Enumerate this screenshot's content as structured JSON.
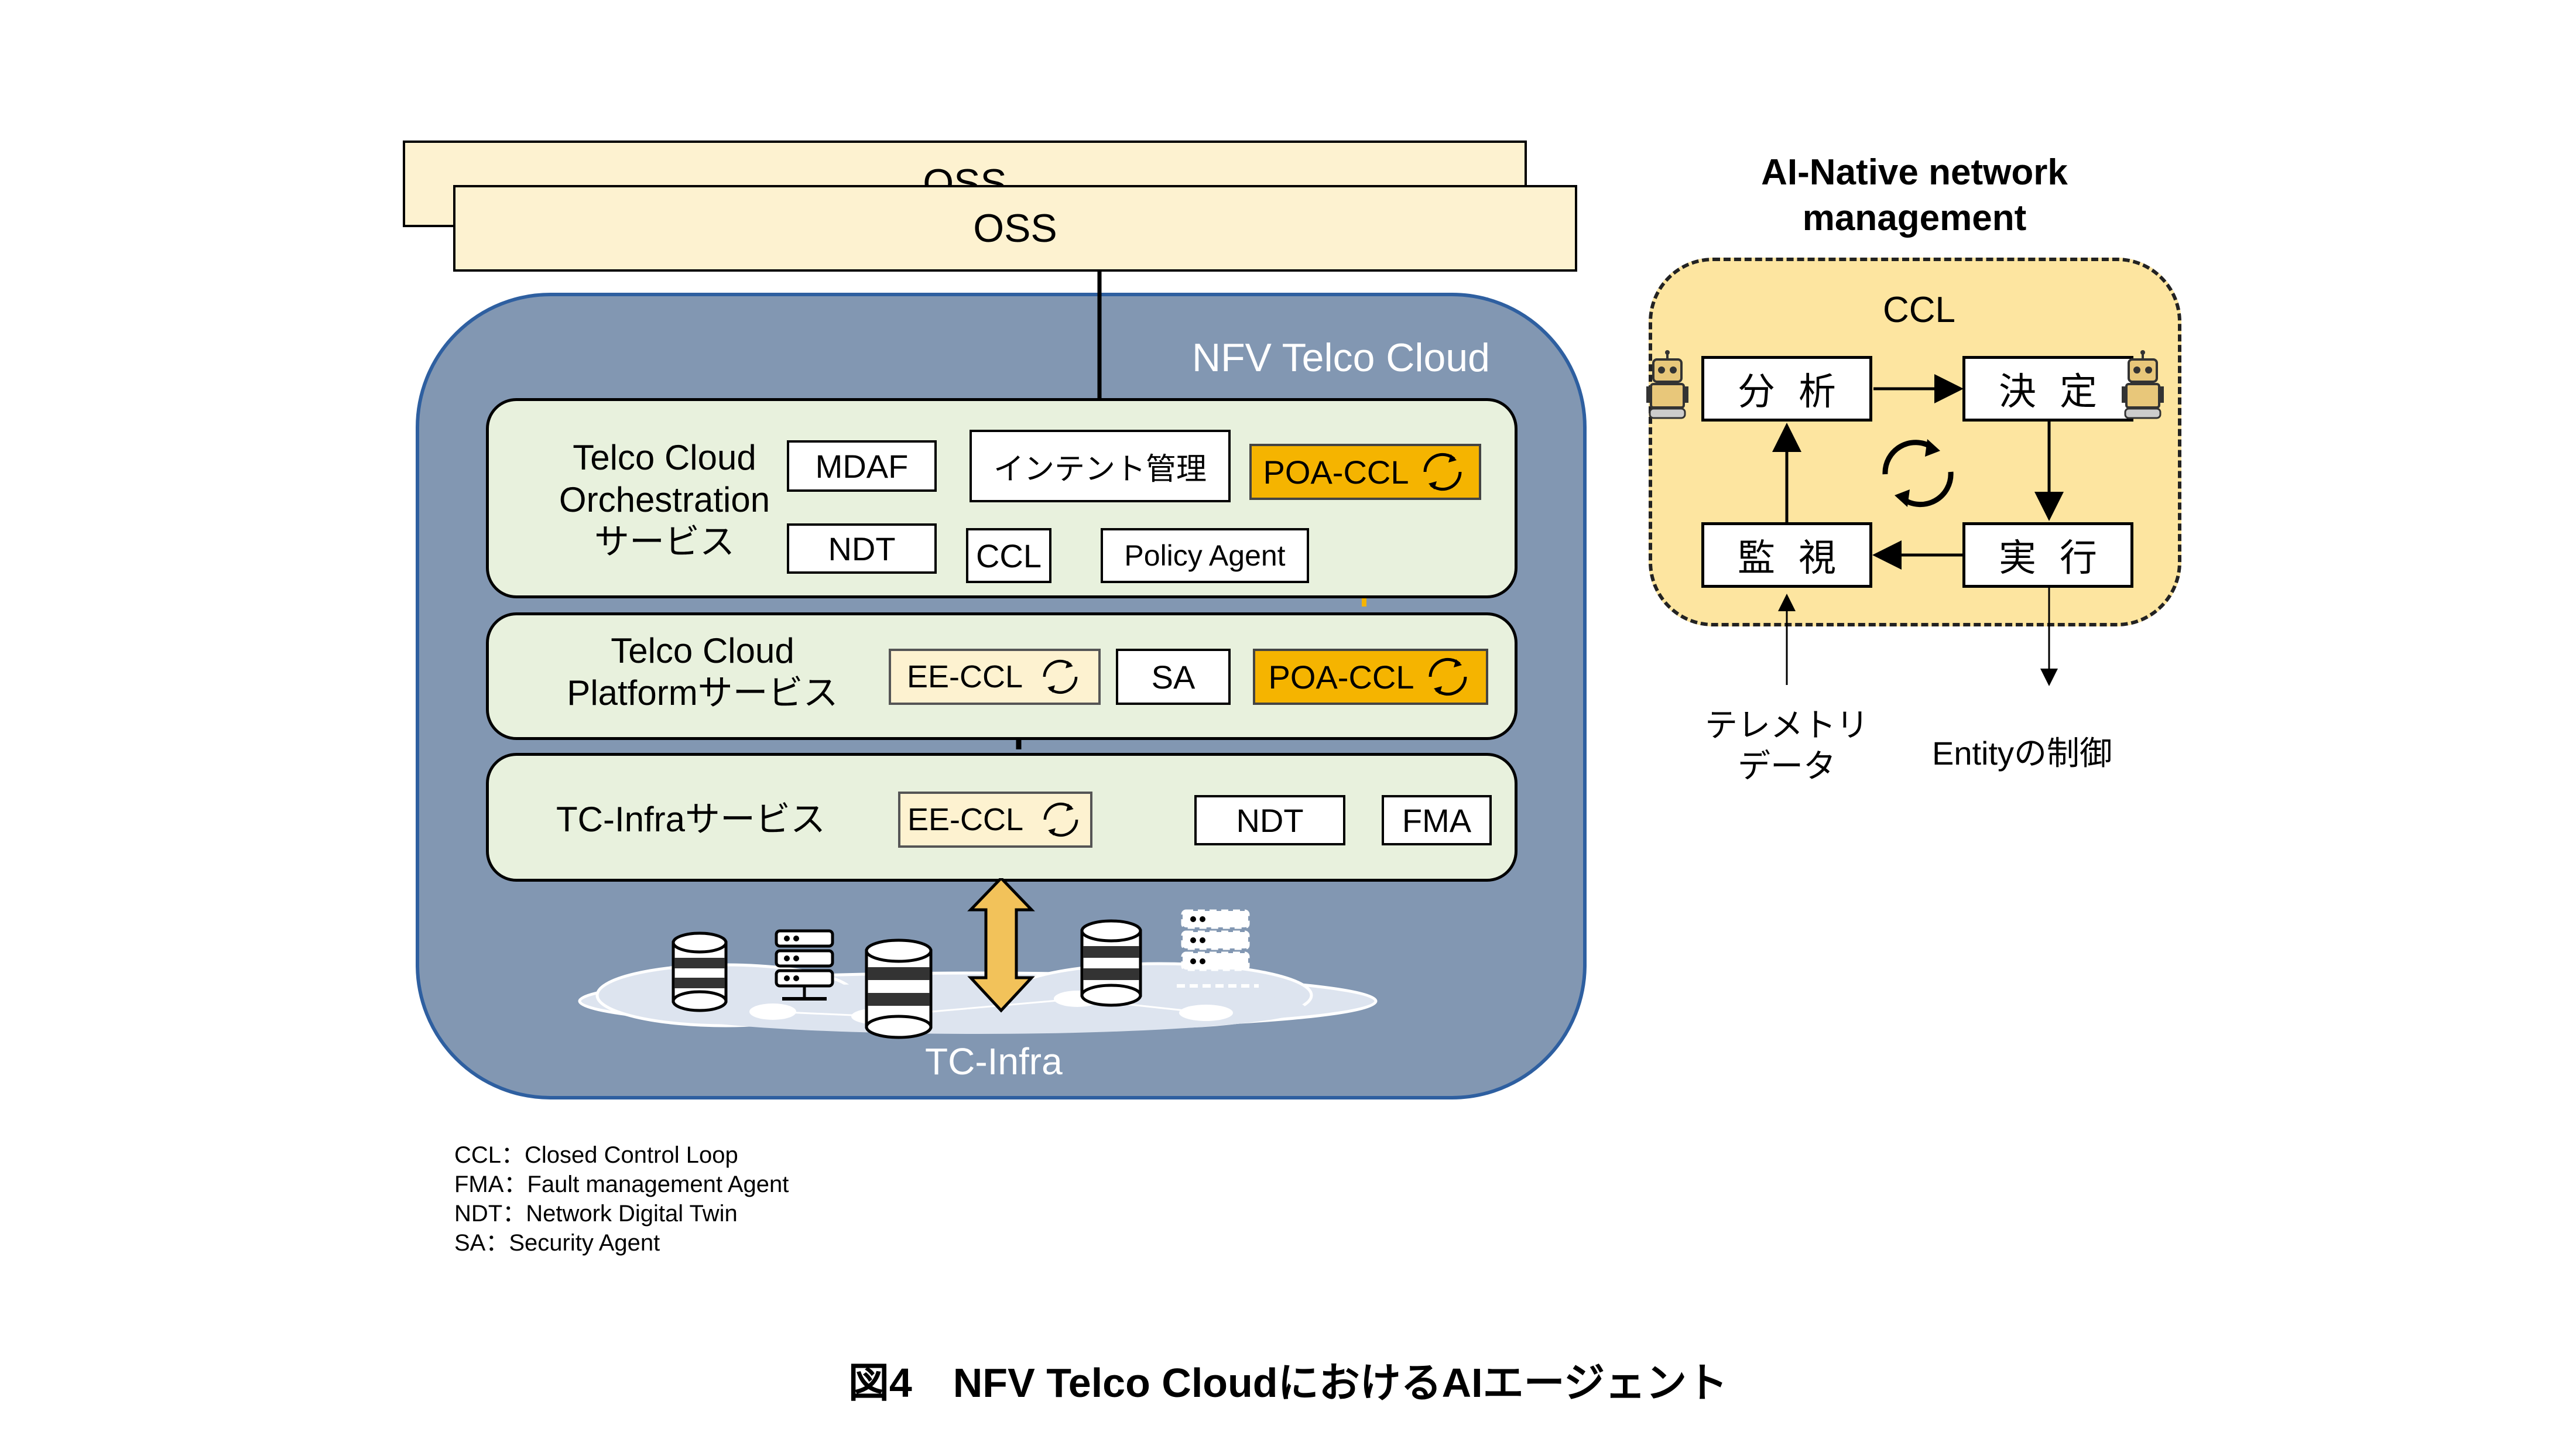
{
  "oss": {
    "back_label": "OSS",
    "front_label": "OSS"
  },
  "nfv": {
    "title": "NFV Telco Cloud"
  },
  "orchestration": {
    "label_line1": "Telco Cloud",
    "label_line2": "Orchestration",
    "label_line3": "サービス",
    "mdaf": "MDAF",
    "intent": "インテント管理",
    "poa": "POA-CCL",
    "ndt": "NDT",
    "ccl": "CCL",
    "policy_agent": "Policy Agent"
  },
  "platform": {
    "label_line1": "Telco Cloud",
    "label_line2": "Platformサービス",
    "ee_ccl": "EE-CCL",
    "sa": "SA",
    "poa": "POA-CCL"
  },
  "infra": {
    "label": "TC-Infraサービス",
    "ee_ccl": "EE-CCL",
    "ndt": "NDT",
    "fma": "FMA",
    "cloud_label": "TC-Infra"
  },
  "legend": [
    "CCL：Closed Control Loop",
    "FMA：Fault management Agent",
    "NDT：Network Digital Twin",
    "SA：Security Agent"
  ],
  "ai_native": {
    "title_line1": "AI-Native network",
    "title_line2": "management",
    "ccl_label": "CCL",
    "analyze": "分析",
    "decide": "決定",
    "monitor": "監視",
    "execute": "実行",
    "telemetry_line1": "テレメトリ",
    "telemetry_line2": "データ",
    "control": "Entityの制御"
  },
  "caption": "図4　NFV Telco CloudにおけるAIエージェント",
  "colors": {
    "oss_fill": "#fdf2d0",
    "cloud_panel": "#8297b2",
    "layer_fill": "#e8f1dd",
    "poa_fill": "#f5b400",
    "ee_fill": "#fdf2d0",
    "ccl_panel": "#fde5a0"
  },
  "icons": [
    "robot-icon",
    "refresh-cycle-icon",
    "database-icon",
    "server-rack-icon",
    "double-arrow-icon",
    "cloud-icon"
  ]
}
